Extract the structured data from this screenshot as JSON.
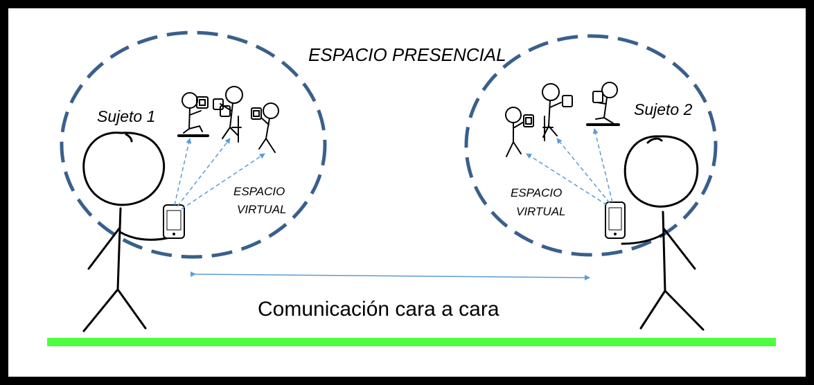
{
  "diagram": {
    "title": "ESPACIO PRESENCIAL",
    "subject_left": "Sujeto 1",
    "subject_right": "Sujeto 2",
    "virtual_left_line1": "ESPACIO",
    "virtual_left_line2": "VIRTUAL",
    "virtual_right_line1": "ESPACIO",
    "virtual_right_line2": "VIRTUAL",
    "communication": "Comunicación cara a cara"
  },
  "colors": {
    "frame": "#000000",
    "ellipse_dash": "#3a5f8c",
    "arrow": "#5b9bd5",
    "ground": "#4cff3c",
    "figure": "#000000"
  }
}
